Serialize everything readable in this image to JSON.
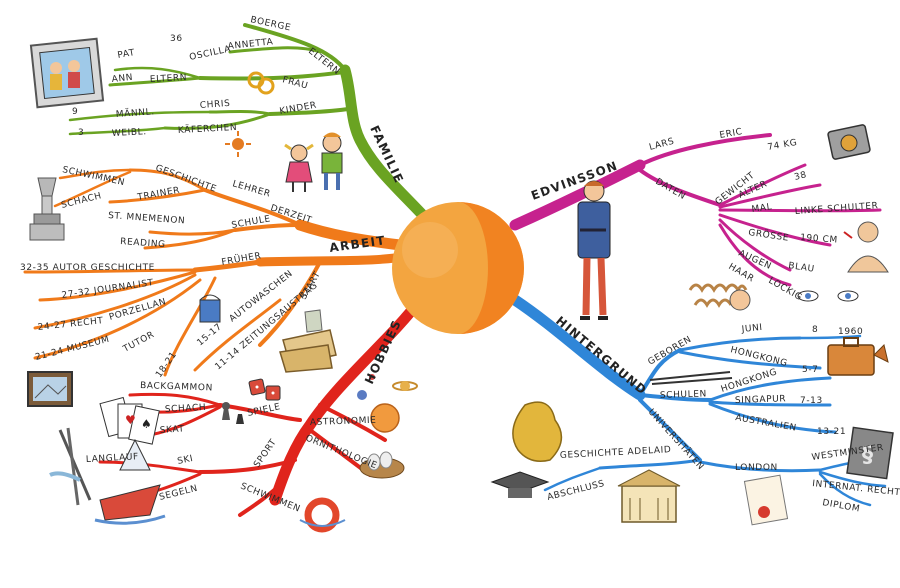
{
  "colors": {
    "familie": "#6aa322",
    "arbeit": "#f07a1a",
    "hobbies": "#e0241c",
    "edvinsson": "#c6228e",
    "hintergrund": "#2f86d8",
    "center_outer": "#f3a540",
    "center_inner": "#f07c1c"
  },
  "familie": {
    "label": "FAMILIE",
    "eltern_top": "ELTERN",
    "boerge": "BOERGE",
    "annetta": "ANNETTA",
    "n36": "36",
    "oscilla": "OSCILLA",
    "frau": "FRAU",
    "eltern": "ELTERN",
    "pat": "PAT",
    "ann": "ANN",
    "kinder": "KINDER",
    "chris": "CHRIS",
    "maennl": "MÄNNL.",
    "n9": "9",
    "kaeferchen": "KÄFERCHEN",
    "weibl": "WEIBL.",
    "n3": "3"
  },
  "arbeit": {
    "label": "ARBEIT",
    "lehrer": "LEHRER",
    "geschichte": "GESCHICHTE",
    "trainer": "TRAINER",
    "schwimmen": "SCHWIMMEN",
    "schach": "SCHACH",
    "derzeit": "DERZEIT",
    "schule": "SCHULE",
    "mnemenon": "ST. MNEMENON",
    "reading": "READING",
    "frueher": "FRÜHER",
    "autor": "32-35 AUTOR GESCHICHTE",
    "journalist": "27-32 JOURNALIST",
    "recht": "24-27 RECHT",
    "porzellan": "PORZELLAN",
    "museum": "21-24 MUSEUM",
    "tutor": "TUTOR",
    "n18": "18-21",
    "autowaschen": "AUTOWASCHEN",
    "n1517": "15-17",
    "start": "START",
    "zeitung": "11-14 ZEITUNGSAUSTRAG"
  },
  "hobbies": {
    "label": "HOBBIES",
    "backgammon": "BACKGAMMON",
    "spiele": "SPIELE",
    "schach": "SCHACH",
    "skat": "SKAT",
    "astronomie": "ASTRONOMIE",
    "ornithologie": "ORNITHOLOGIE",
    "sport": "SPORT",
    "ski": "SKI",
    "langlauf": "LANGLAUF",
    "segeln": "SEGELN",
    "schwimmen": "SCHWIMMEN"
  },
  "edvinsson": {
    "label": "EDVINSSON",
    "lars": "LARS",
    "eric": "ERIC",
    "daten": "DATEN",
    "gewicht": "GEWICHT",
    "kg": "74 KG",
    "alter": "ALTER",
    "n38": "38",
    "mal": "MAL",
    "schulter": "LINKE SCHULTER",
    "groesse": "GRÖSSE",
    "cm": "190 CM",
    "augen": "AUGEN",
    "blau": "BLAU",
    "haar": "HAAR",
    "lockig": "LOCKIG"
  },
  "hintergrund": {
    "label": "HINTERGRUND",
    "geboren": "GEBOREN",
    "juni": "JUNI",
    "n8": "8",
    "n1960": "1960",
    "hongkong1": "HONGKONG",
    "schulen": "SCHULEN",
    "hongkong2": "HONGKONG",
    "n57": "5-7",
    "singapur": "SINGAPUR",
    "n713": "7-13",
    "australien": "AUSTRALIEN",
    "n1321": "13-21",
    "universitaeten": "UNIVERSITÄTEN",
    "adelaid": "GESCHICHTE ADELAID",
    "abschluss": "ABSCHLUSS",
    "london": "LONDON",
    "westminster": "WESTMINSTER",
    "internat": "INTERNAT. RECHT",
    "diplom": "DIPLOM"
  }
}
